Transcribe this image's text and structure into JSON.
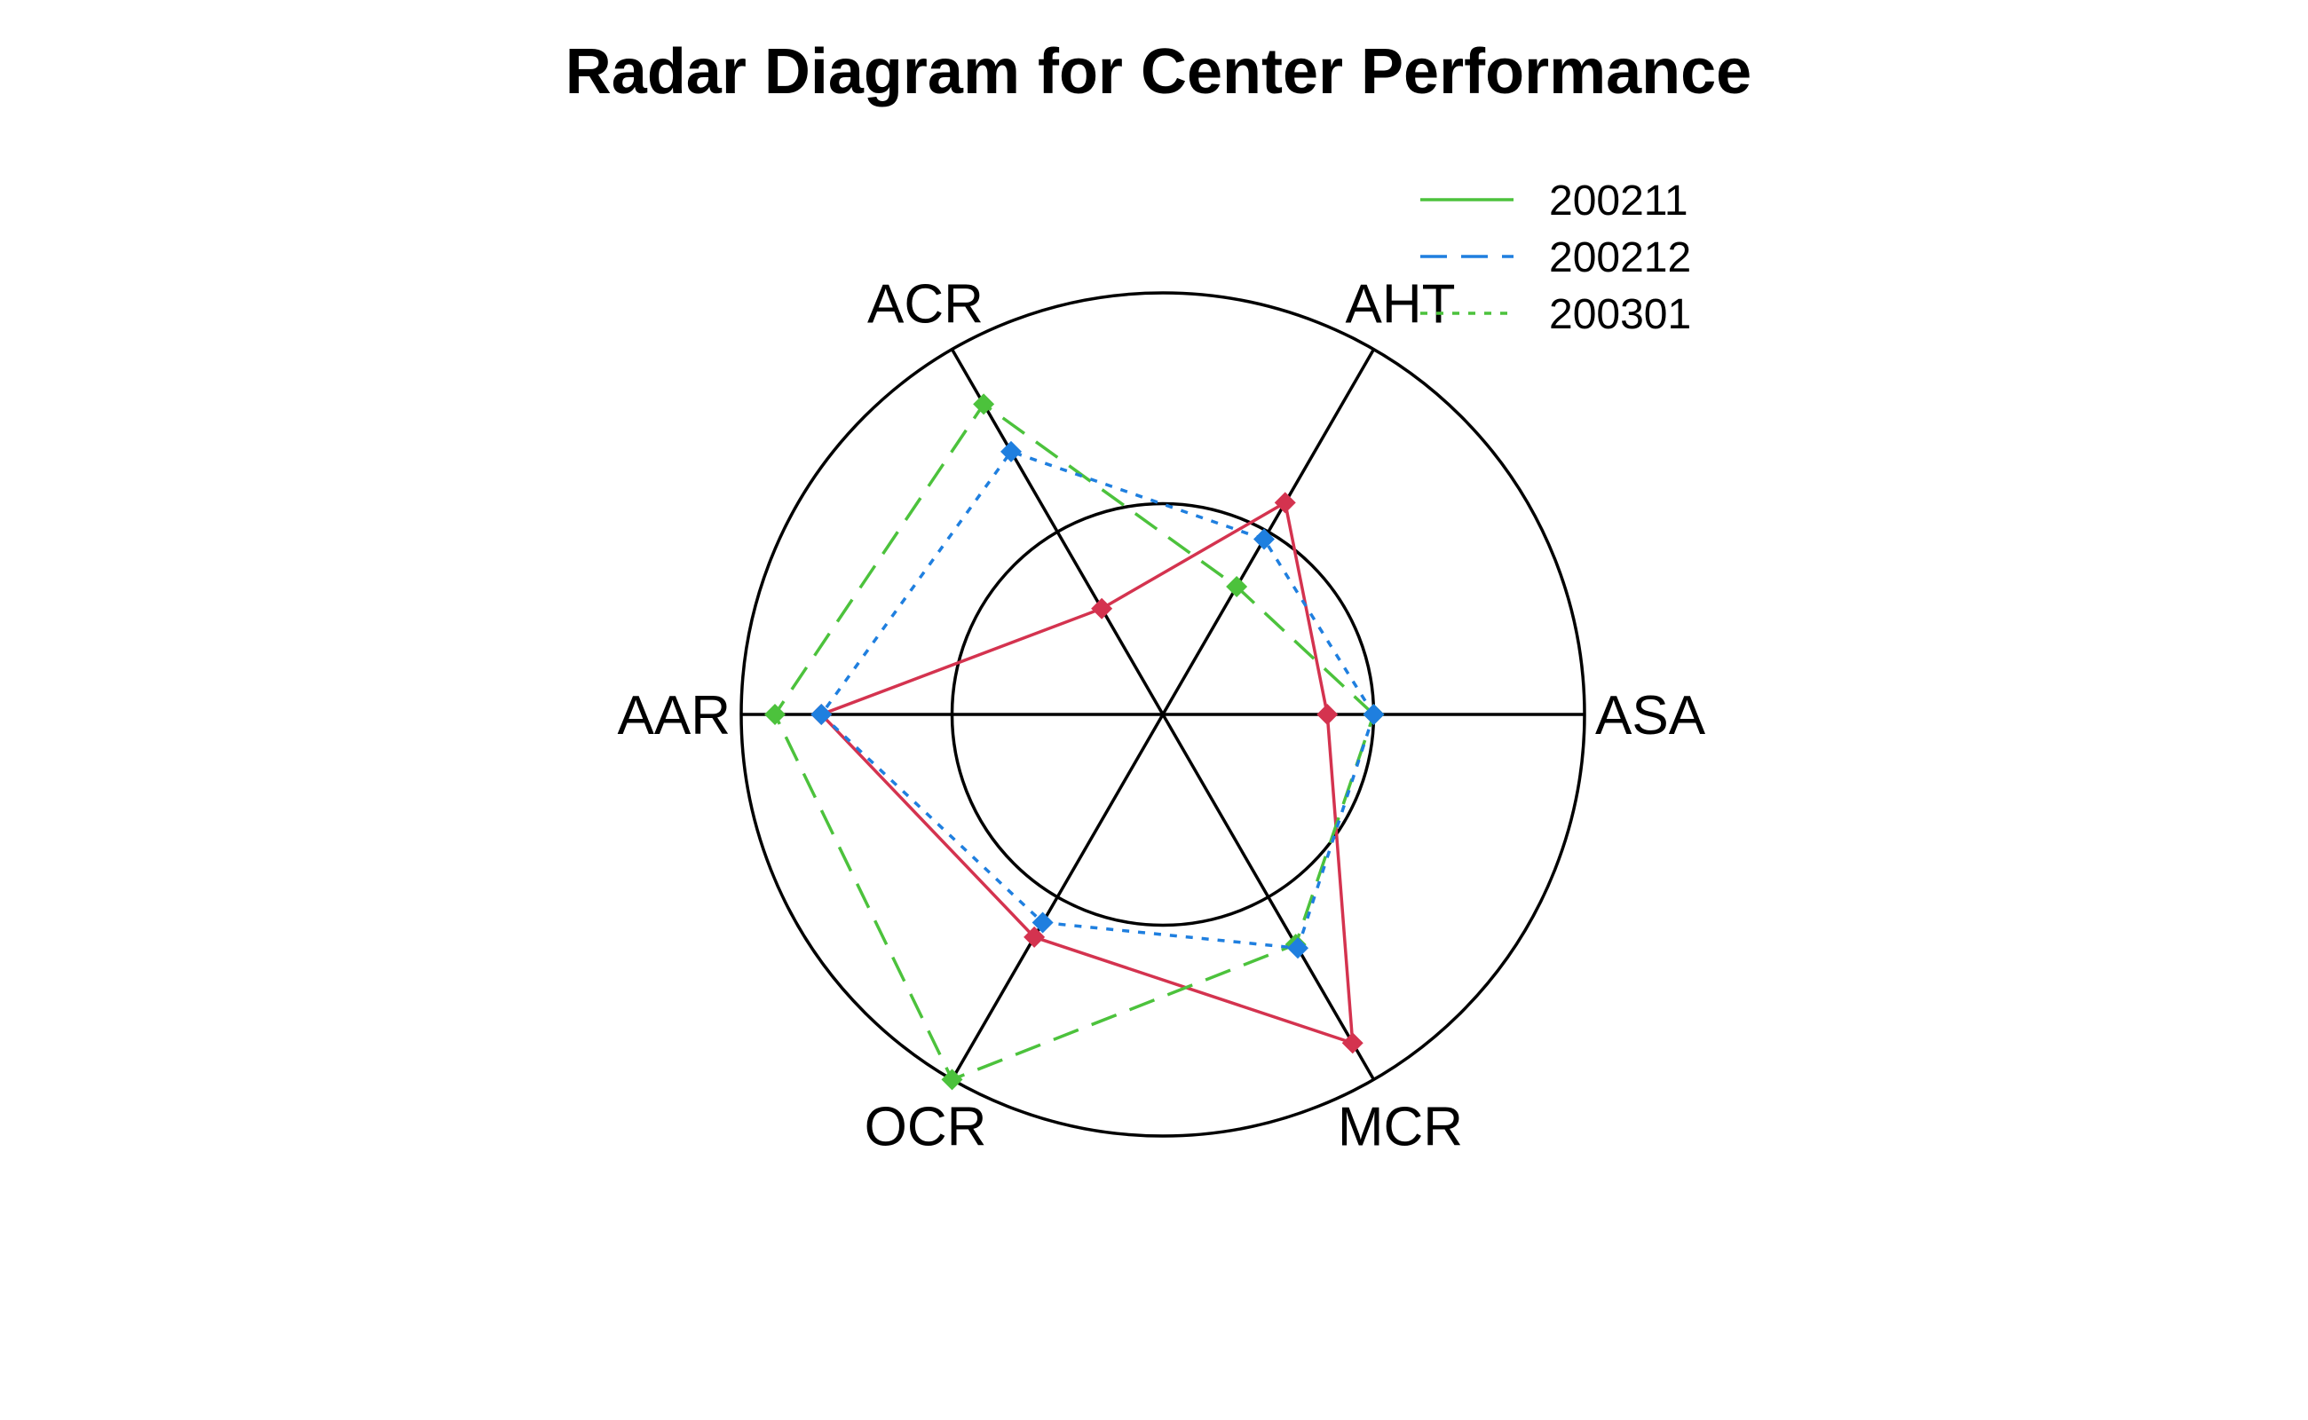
{
  "chart_data": {
    "type": "radar",
    "title": "Radar Diagram for Center Performance",
    "axes": [
      "ASA",
      "AHT",
      "ACR",
      "AAR",
      "OCR",
      "MCR"
    ],
    "rlim": [
      0,
      1
    ],
    "grid_rings": [
      0.5,
      1.0
    ],
    "legend": {
      "placement": "top-right",
      "entries": [
        {
          "label": "200211",
          "color": "#4cc23c",
          "dash": "solid"
        },
        {
          "label": "200212",
          "color": "#1f7fdf",
          "dash": "dashed"
        },
        {
          "label": "200301",
          "color": "#4cc23c",
          "dash": "dotted"
        }
      ]
    },
    "series": [
      {
        "color": "#d4334f",
        "dash": "solid",
        "values": [
          0.39,
          0.58,
          0.29,
          0.81,
          0.61,
          0.9
        ]
      },
      {
        "color": "#4cc23c",
        "dash": "dashed",
        "values": [
          0.5,
          0.35,
          0.85,
          0.92,
          1.0,
          0.63
        ]
      },
      {
        "color": "#1f7fdf",
        "dash": "dotted",
        "values": [
          0.5,
          0.48,
          0.72,
          0.81,
          0.57,
          0.64
        ]
      }
    ]
  }
}
